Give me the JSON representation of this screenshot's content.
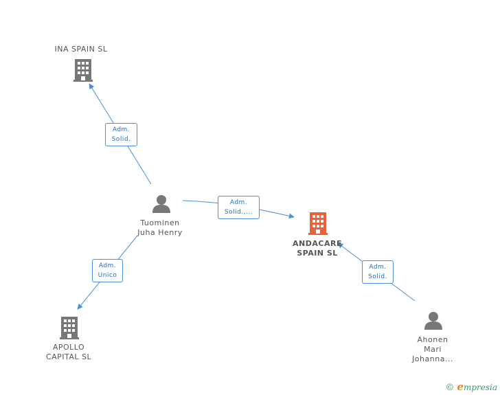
{
  "nodes": {
    "ina_spain": {
      "label_lines": [
        "INA SPAIN SL"
      ],
      "type": "company",
      "color": "#777777"
    },
    "andacare": {
      "label_lines": [
        "ANDACARE",
        "SPAIN SL"
      ],
      "type": "company",
      "color": "#e8623a"
    },
    "apollo": {
      "label_lines": [
        "APOLLO",
        "CAPITAL SL"
      ],
      "type": "company",
      "color": "#777777"
    },
    "tuominen": {
      "label_lines": [
        "Tuominen",
        "Juha Henry"
      ],
      "type": "person",
      "color": "#777777"
    },
    "ahonen": {
      "label_lines": [
        "Ahonen",
        "Mari",
        "Johanna..."
      ],
      "type": "person",
      "color": "#777777"
    }
  },
  "edges": [
    {
      "from": "tuominen",
      "to": "ina_spain",
      "label_lines": [
        "Adm.",
        "Solid."
      ]
    },
    {
      "from": "tuominen",
      "to": "andacare",
      "label_lines": [
        "Adm.",
        "Solid.,..."
      ]
    },
    {
      "from": "tuominen",
      "to": "apollo",
      "label_lines": [
        "Adm.",
        "Unico"
      ]
    },
    {
      "from": "ahonen",
      "to": "andacare",
      "label_lines": [
        "Adm.",
        "Solid."
      ]
    }
  ],
  "colors": {
    "edge": "#4a90d9"
  },
  "watermark": {
    "copyright": "©",
    "brand_initial": "e",
    "brand_rest": "mpresia"
  }
}
